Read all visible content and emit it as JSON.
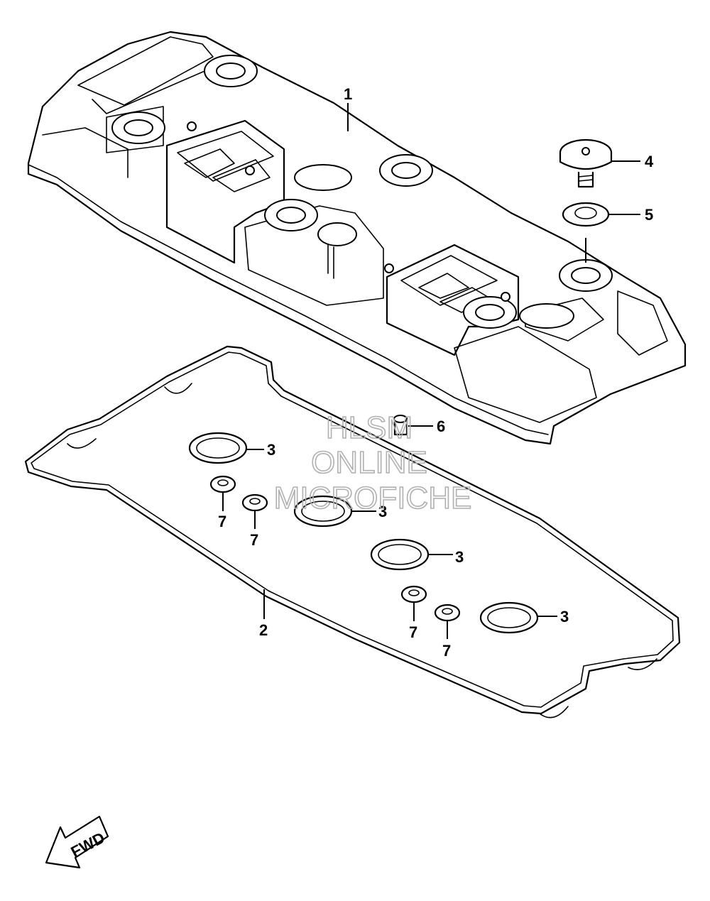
{
  "diagram": {
    "watermark": [
      "HLSM",
      "ONLINE",
      "MICROFICHE"
    ],
    "direction_label": "FWD",
    "callouts": [
      {
        "id": "c1",
        "label": "1"
      },
      {
        "id": "c2",
        "label": "2"
      },
      {
        "id": "c3a",
        "label": "3"
      },
      {
        "id": "c3b",
        "label": "3"
      },
      {
        "id": "c3c",
        "label": "3"
      },
      {
        "id": "c3d",
        "label": "3"
      },
      {
        "id": "c4",
        "label": "4"
      },
      {
        "id": "c5",
        "label": "5"
      },
      {
        "id": "c6",
        "label": "6"
      },
      {
        "id": "c7a",
        "label": "7"
      },
      {
        "id": "c7b",
        "label": "7"
      },
      {
        "id": "c7c",
        "label": "7"
      },
      {
        "id": "c7d",
        "label": "7"
      }
    ]
  }
}
